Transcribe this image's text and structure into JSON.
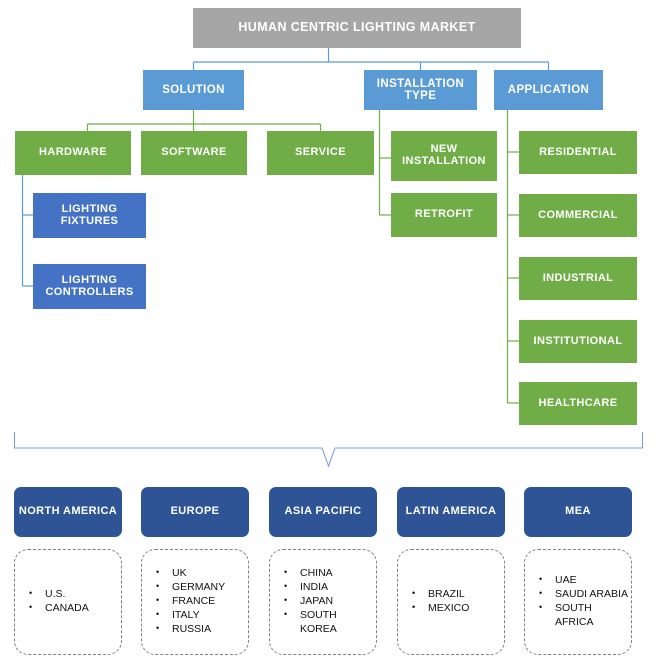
{
  "diagram": {
    "title": "HUMAN CENTRIC LIGHTING MARKET",
    "colors": {
      "title_box": "#a6a6a6",
      "level2_blue": "#5b9bd5",
      "level3_green": "#70ad47",
      "level4_darkblue": "#4472c4",
      "region_navy": "#2f5496",
      "connector_blue": "#5b9bd5",
      "connector_green": "#70ad47",
      "country_border": "#7f7f7f"
    },
    "segments": [
      {
        "name": "SOLUTION",
        "children": [
          {
            "name": "HARDWARE",
            "children": [
              "LIGHTING FIXTURES",
              "LIGHTING CONTROLLERS"
            ]
          },
          {
            "name": "SOFTWARE",
            "children": []
          },
          {
            "name": "SERVICE",
            "children": []
          }
        ]
      },
      {
        "name": "INSTALLATION TYPE",
        "children": [
          {
            "name": "NEW INSTALLATION",
            "children": []
          },
          {
            "name": "RETROFIT",
            "children": []
          }
        ]
      },
      {
        "name": "APPLICATION",
        "children": [
          {
            "name": "RESIDENTIAL",
            "children": []
          },
          {
            "name": "COMMERCIAL",
            "children": []
          },
          {
            "name": "INDUSTRIAL",
            "children": []
          },
          {
            "name": "INSTITUTIONAL",
            "children": []
          },
          {
            "name": "HEALTHCARE",
            "children": []
          }
        ]
      }
    ],
    "labels": {
      "solution": "SOLUTION",
      "installation_type": "INSTALLATION TYPE",
      "application": "APPLICATION",
      "hardware": "HARDWARE",
      "software": "SOFTWARE",
      "service": "SERVICE",
      "lighting_fixtures": "LIGHTING FIXTURES",
      "lighting_controllers": "LIGHTING CONTROLLERS",
      "new_installation": "NEW INSTALLATION",
      "retrofit": "RETROFIT",
      "residential": "RESIDENTIAL",
      "commercial": "COMMERCIAL",
      "industrial": "INDUSTRIAL",
      "institutional": "INSTITUTIONAL",
      "healthcare": "HEALTHCARE"
    },
    "regions": [
      {
        "name": "NORTH AMERICA",
        "countries": [
          "U.S.",
          "CANADA"
        ]
      },
      {
        "name": "EUROPE",
        "countries": [
          "UK",
          "GERMANY",
          "FRANCE",
          "ITALY",
          "RUSSIA"
        ]
      },
      {
        "name": "ASIA PACIFIC",
        "countries": [
          "CHINA",
          "INDIA",
          "JAPAN",
          "SOUTH KOREA"
        ]
      },
      {
        "name": "LATIN AMERICA",
        "countries": [
          "BRAZIL",
          "MEXICO"
        ]
      },
      {
        "name": "MEA",
        "countries": [
          "UAE",
          "SAUDI ARABIA",
          "SOUTH AFRICA"
        ]
      }
    ]
  }
}
